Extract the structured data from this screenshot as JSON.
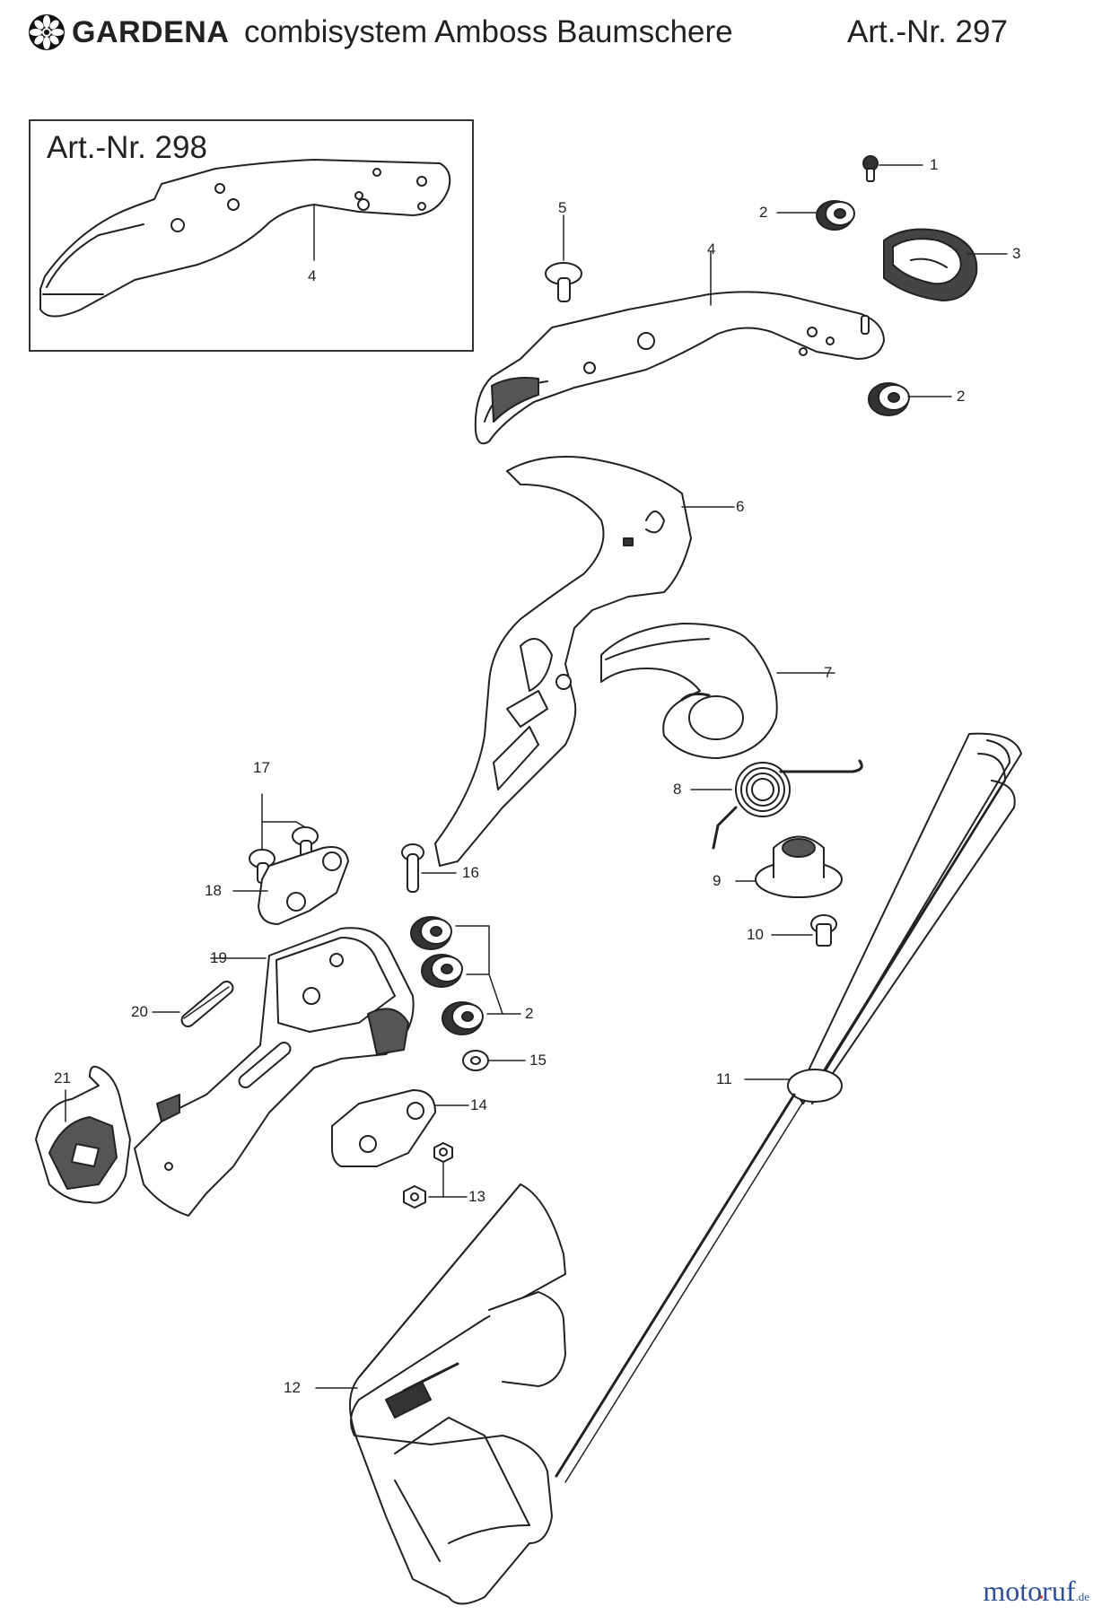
{
  "header": {
    "brand": "GARDENA",
    "subtitle": "combisystem Amboss Baumschere",
    "article": "Art.-Nr. 297"
  },
  "inset": {
    "title": "Art.-Nr. 298",
    "label": "4"
  },
  "callouts": [
    "1",
    "2",
    "3",
    "4",
    "5",
    "2",
    "6",
    "7",
    "8",
    "9",
    "10",
    "11",
    "12",
    "13",
    "14",
    "15",
    "2",
    "16",
    "17",
    "18",
    "19",
    "20",
    "21"
  ],
  "watermark": {
    "part1": "motoruf",
    "part2": "",
    "suffix": ".de"
  },
  "colors": {
    "line": "#222222",
    "fill": "#ffffff",
    "shade": "#3a3a3a"
  }
}
